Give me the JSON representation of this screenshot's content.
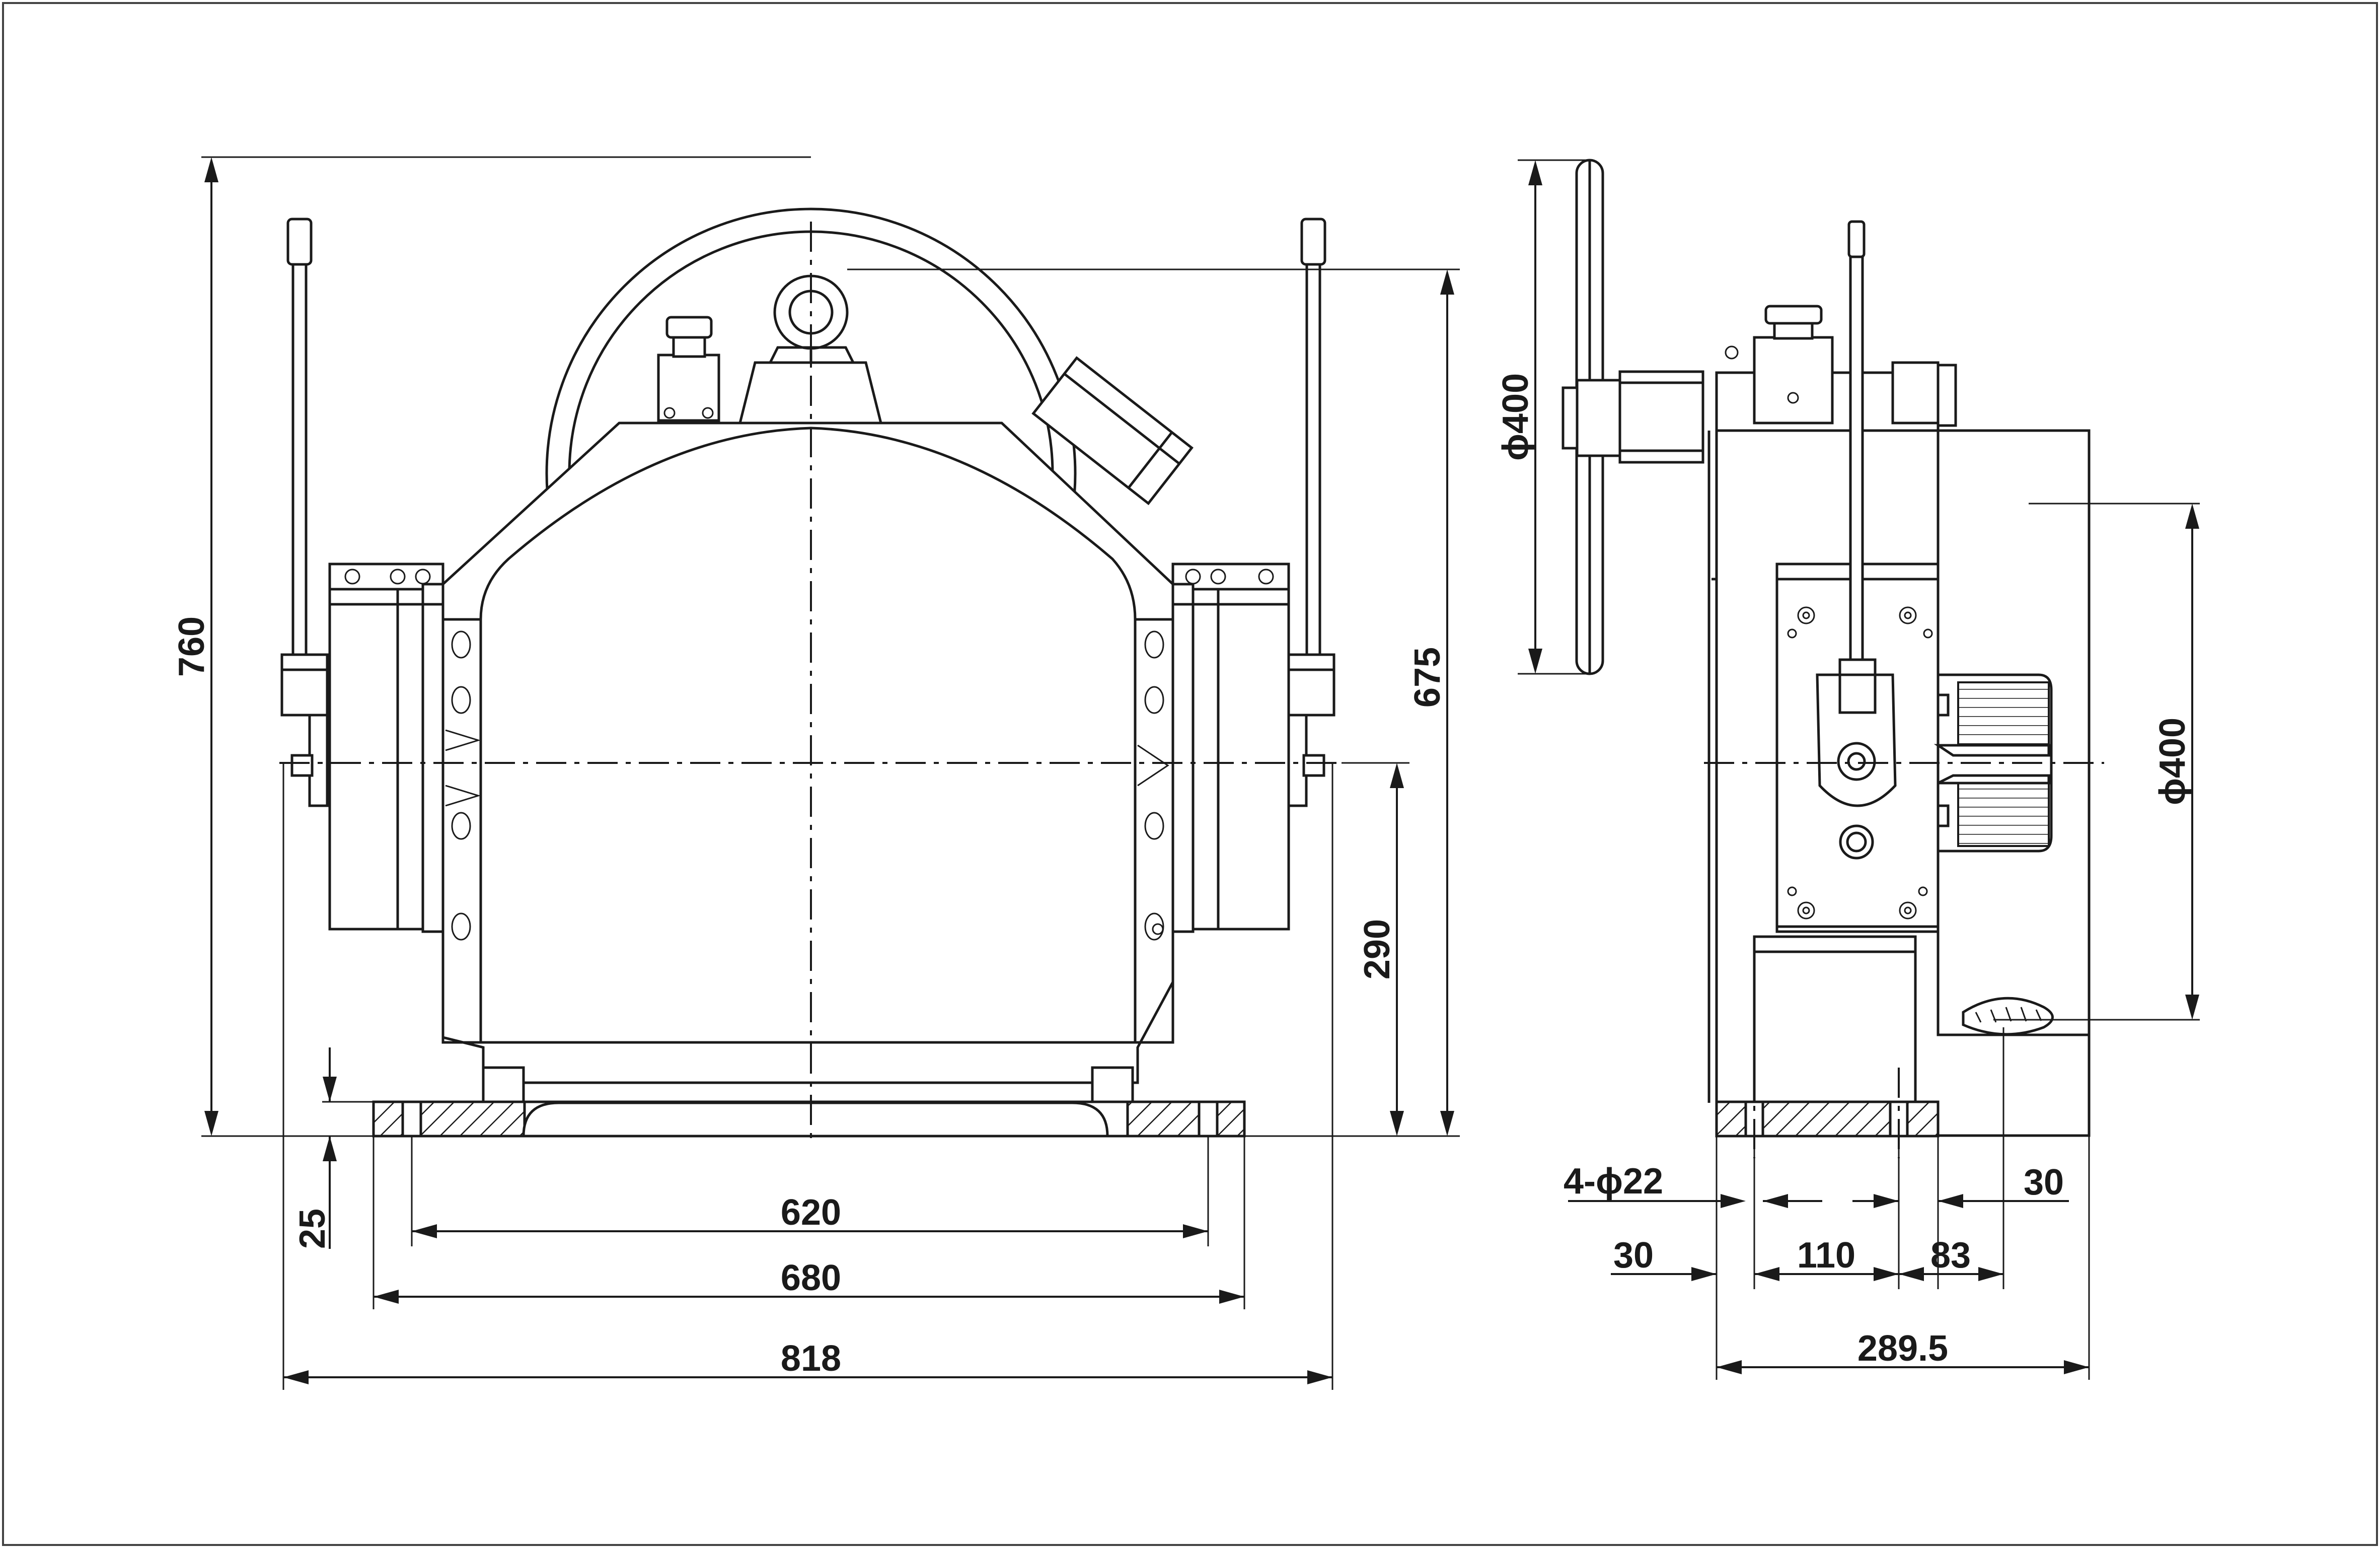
{
  "drawing": {
    "front_view": {
      "dimensions": {
        "overall_height": "760",
        "center_height": "675",
        "shaft_height": "290",
        "base_thickness": "25",
        "hole_spacing": "620",
        "base_length": "680",
        "overall_width": "818"
      }
    },
    "side_view": {
      "dimensions": {
        "handwheel_diameter": "ϕ400",
        "sheave_diameter": "ϕ400",
        "mounting_holes": "4-ϕ22",
        "offset_right": "30",
        "offset_left": "30",
        "hole_pitch": "110",
        "sheave_offset": "83",
        "overall_depth": "289.5"
      }
    }
  },
  "colors": {
    "line": "#1a1a1a",
    "background": "#ffffff"
  }
}
